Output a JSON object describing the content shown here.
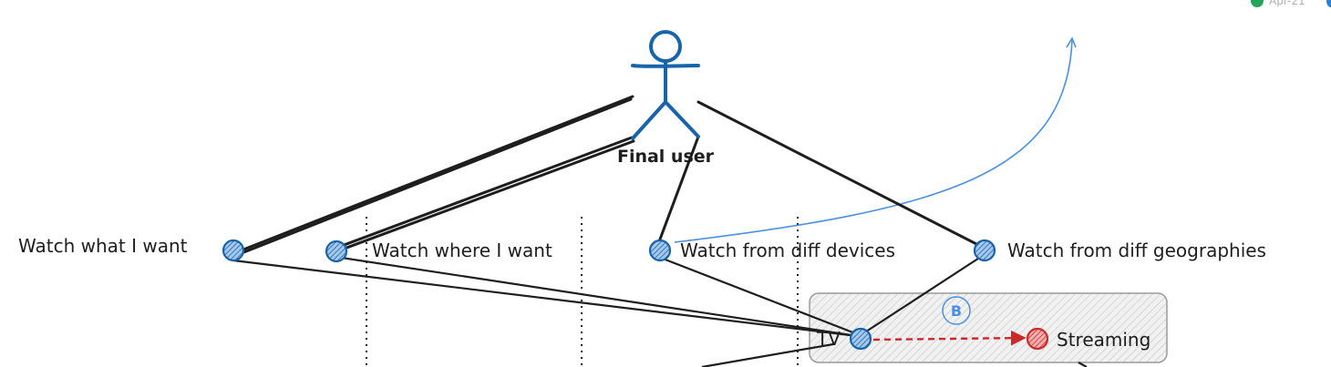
{
  "actor": {
    "label": "Final user"
  },
  "goals": [
    {
      "id": "what",
      "label": "Watch what I want"
    },
    {
      "id": "where",
      "label": "Watch where I want"
    },
    {
      "id": "devices",
      "label": "Watch from diff devices"
    },
    {
      "id": "geo",
      "label": "Watch from diff geographies"
    }
  ],
  "group": {
    "badge": "B"
  },
  "nodes": {
    "tv": "TV",
    "streaming": "Streaming"
  },
  "top_right_chip": {
    "date_label": "Apr-21"
  },
  "colors": {
    "ink": "#1e1e1e",
    "actor_blue": "#1864ab",
    "node_blue": "#1971c2",
    "accent_red": "#c92a2a",
    "arrow_blue": "#4a90e2",
    "group_fill": "#e9e9e9",
    "status_green": "#23a55a"
  }
}
